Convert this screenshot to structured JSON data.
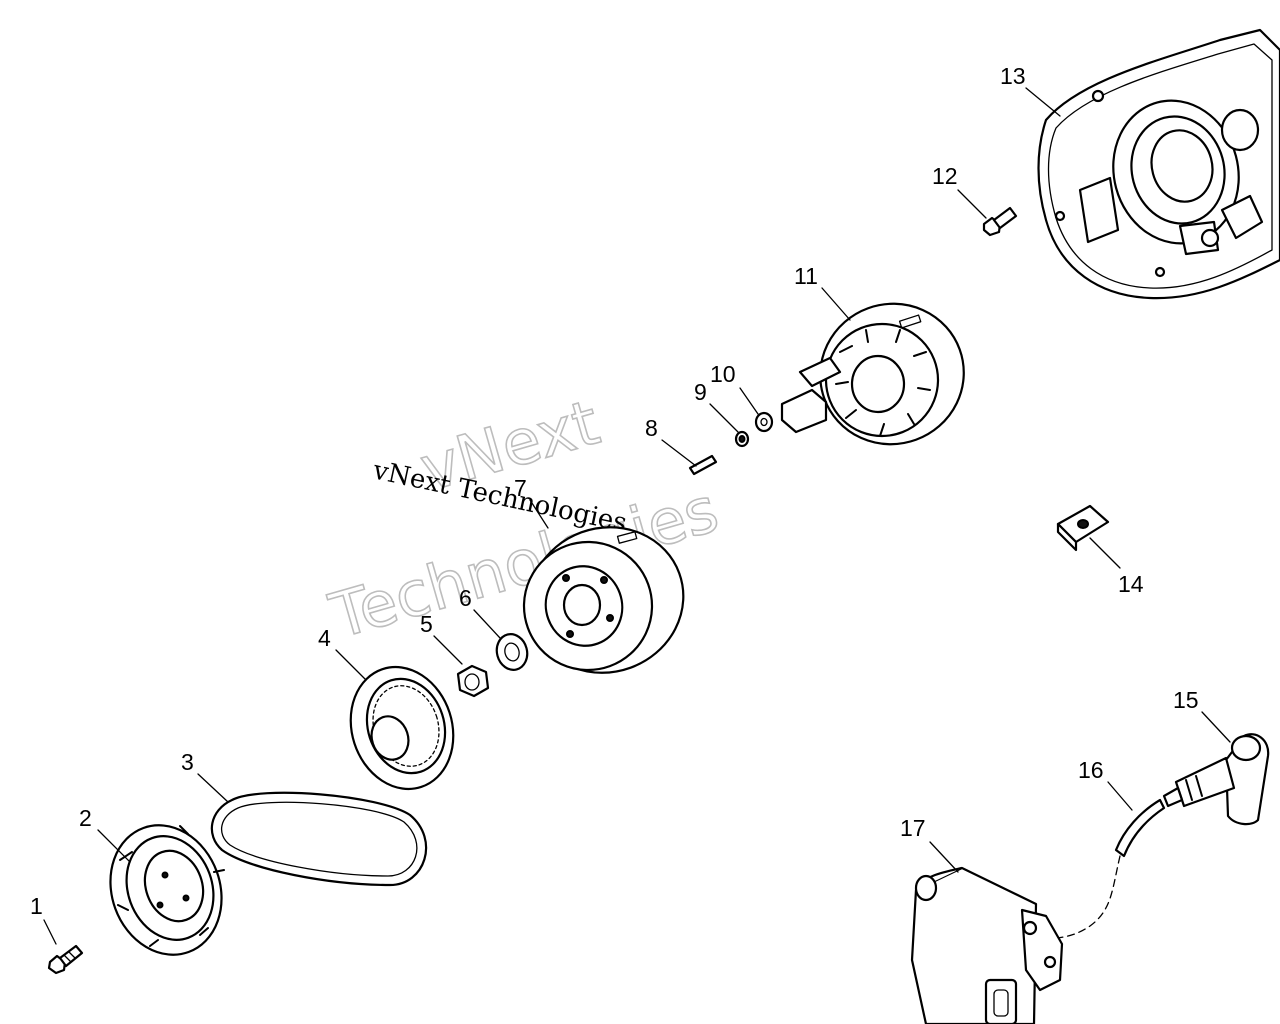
{
  "callouts": [
    "1",
    "2",
    "3",
    "4",
    "5",
    "6",
    "7",
    "8",
    "9",
    "10",
    "11",
    "12",
    "13",
    "14",
    "15",
    "16",
    "17"
  ],
  "watermark": {
    "outline_line1": "vNext",
    "outline_line2": "Technologies",
    "text": "vNext Technologies"
  }
}
